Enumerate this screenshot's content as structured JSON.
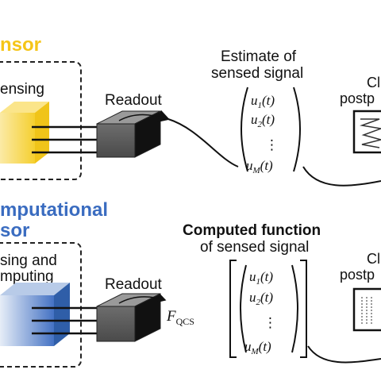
{
  "colors": {
    "sensor_title": "#f5c518",
    "computational_title": "#3a6cc0",
    "yellow_cube": "#f7d23a",
    "blue_cube": "#3e6fc8",
    "text": "#111111",
    "line": "#1a1a1a"
  },
  "top": {
    "title": "nsor",
    "sensing_label": "ensing",
    "readout_label": "Readout",
    "estimate_label_line1": "Estimate of",
    "estimate_label_line2": "sensed signal",
    "vector": {
      "row1": "u",
      "row1_sub": "1",
      "row1_arg": "(t)",
      "row2": "u",
      "row2_sub": "2",
      "row2_arg": "(t)",
      "dots": "⋮",
      "row4": "u",
      "row4_sub": "M",
      "row4_arg": "(t)"
    },
    "post_line1": "Cl",
    "post_line2": "postp"
  },
  "bottom": {
    "title_line1": "mputational",
    "title_line2": "sor",
    "sensing_line1": "sing and",
    "sensing_line2": "mputing",
    "readout_label": "Readout",
    "computed_label_line1": "Computed function",
    "computed_label_line2": "of sensed signal",
    "operator_symbol": "F",
    "operator_sub": "QCS",
    "vector": {
      "row1": "u",
      "row1_sub": "1",
      "row1_arg": "(t)",
      "row2": "u",
      "row2_sub": "2",
      "row2_arg": "(t)",
      "dots": "⋮",
      "row4": "u",
      "row4_sub": "M",
      "row4_arg": "(t)"
    },
    "post_line1": "Cl",
    "post_line2": "postp"
  }
}
